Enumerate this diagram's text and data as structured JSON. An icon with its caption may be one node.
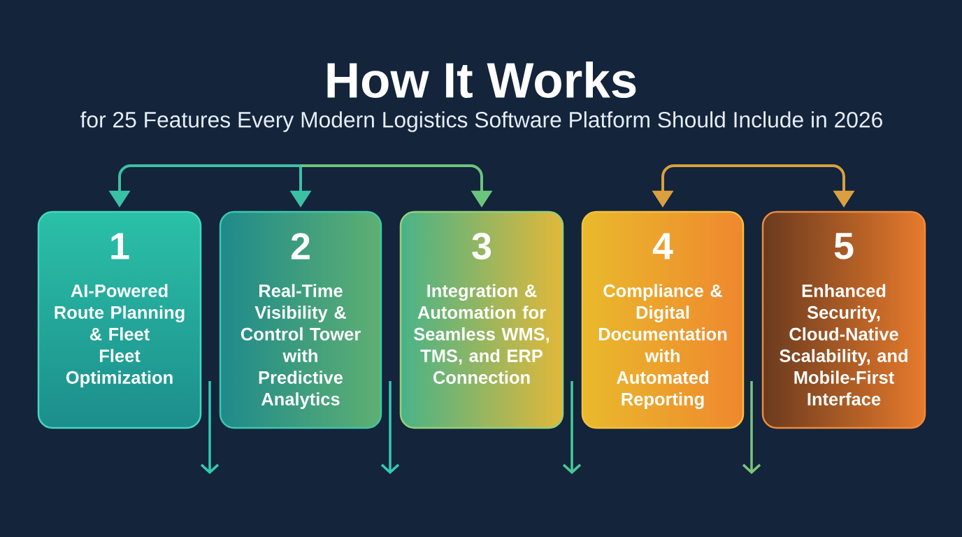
{
  "diagram": {
    "title": "How It Works",
    "nodes": [
      {
        "text": [
          "1",
          "AI-Powered Route Planning & Fleet Fleet Optimization"
        ]
      },
      {
        "text": [
          "2",
          "Real-Time Visibility & Control Tower with Predictive Analytics"
        ]
      },
      {
        "text": [
          "3",
          "Integration & Automation for Seamless WMS, TMS, and ERP Connection"
        ]
      },
      {
        "text": [
          "4",
          "Compliance & Digital Documentation with Automated Reporting"
        ]
      },
      {
        "text": [
          "5",
          "Enhanced Security, Cloud-Native Scalability, and Mobile-First Interface"
        ]
      }
    ],
    "edges": [
      {
        "from": null,
        "to": 0,
        "arrow": "to"
      },
      {
        "from": null,
        "to": 1,
        "arrow": "to"
      },
      {
        "from": null,
        "to": 2,
        "arrow": "to",
        "color": "#6cc47c"
      },
      {
        "from": 3,
        "to": 4,
        "arrow": "both",
        "color": "#d9a040"
      }
    ],
    "labels": [
      "for 25 Features Every Modern Logistics Software Platform Should Include in 2026"
    ]
  }
}
